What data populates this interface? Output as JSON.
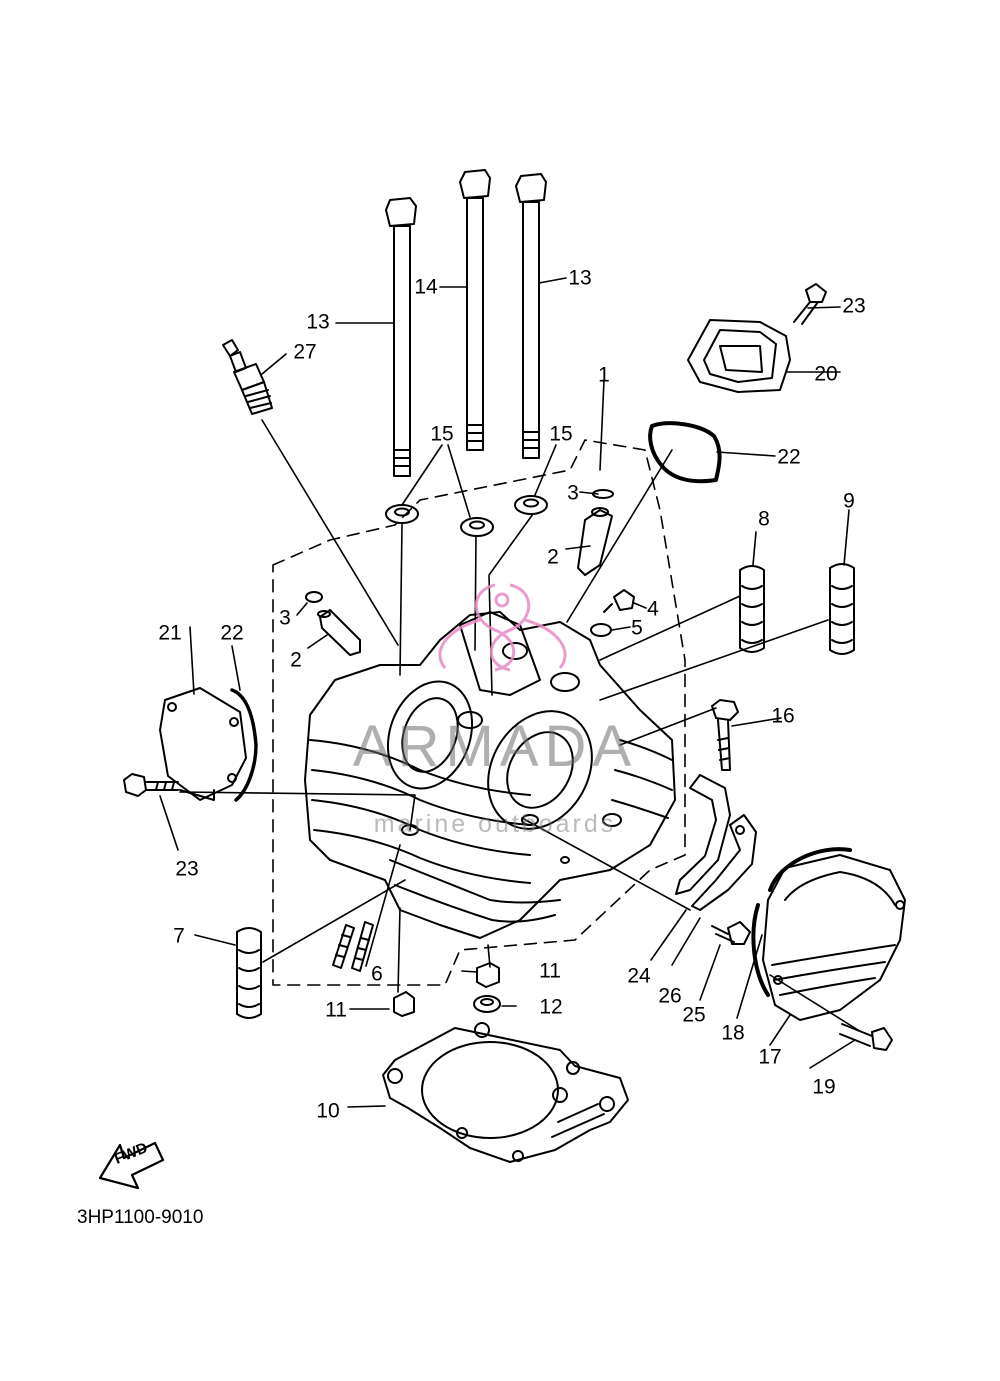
{
  "diagram": {
    "code": "3HP1100-9010",
    "fwd_label": "FWD",
    "watermark": {
      "brand": "ARMADA",
      "tagline": "marine outboards",
      "color": "#e98ac6"
    }
  },
  "labels": [
    {
      "id": "L1",
      "text": "1"
    },
    {
      "id": "L2a",
      "text": "2"
    },
    {
      "id": "L2b",
      "text": "2"
    },
    {
      "id": "L3a",
      "text": "3"
    },
    {
      "id": "L3b",
      "text": "3"
    },
    {
      "id": "L4",
      "text": "4"
    },
    {
      "id": "L5",
      "text": "5"
    },
    {
      "id": "L6",
      "text": "6"
    },
    {
      "id": "L7",
      "text": "7"
    },
    {
      "id": "L8",
      "text": "8"
    },
    {
      "id": "L9",
      "text": "9"
    },
    {
      "id": "L10",
      "text": "10"
    },
    {
      "id": "L11a",
      "text": "11"
    },
    {
      "id": "L11b",
      "text": "11"
    },
    {
      "id": "L12",
      "text": "12"
    },
    {
      "id": "L13a",
      "text": "13"
    },
    {
      "id": "L13b",
      "text": "13"
    },
    {
      "id": "L14",
      "text": "14"
    },
    {
      "id": "L15a",
      "text": "15"
    },
    {
      "id": "L15b",
      "text": "15"
    },
    {
      "id": "L16",
      "text": "16"
    },
    {
      "id": "L17",
      "text": "17"
    },
    {
      "id": "L18",
      "text": "18"
    },
    {
      "id": "L19",
      "text": "19"
    },
    {
      "id": "L20",
      "text": "20"
    },
    {
      "id": "L21",
      "text": "21"
    },
    {
      "id": "L22a",
      "text": "22"
    },
    {
      "id": "L22b",
      "text": "22"
    },
    {
      "id": "L23a",
      "text": "23"
    },
    {
      "id": "L23b",
      "text": "23"
    },
    {
      "id": "L24",
      "text": "24"
    },
    {
      "id": "L25",
      "text": "25"
    },
    {
      "id": "L26",
      "text": "26"
    },
    {
      "id": "L27",
      "text": "27"
    }
  ]
}
